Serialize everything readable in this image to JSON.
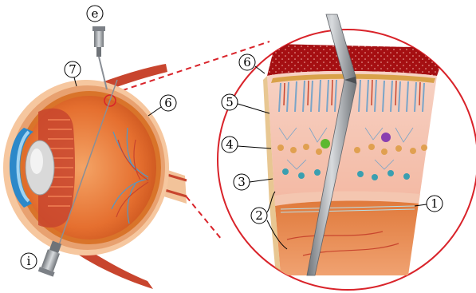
{
  "labels": {
    "needle_top": "e",
    "needle_bottom": "i",
    "eye_outer": "7",
    "eye_layer": "6",
    "retina_top": "6",
    "retina_5": "5",
    "retina_4": "4",
    "retina_3": "3",
    "retina_2": "2",
    "retina_1": "1"
  },
  "colors": {
    "magnify_circle": "#d9232a",
    "sclera": "#f6b98c",
    "choroid": "#d9742a",
    "vitreous": "#e9733e",
    "lens": "#d9d9d9",
    "cornea": "#2c88c9",
    "rpe": "#a50f12",
    "retina_bg": "#f6c7b3",
    "muscle": "#c8452e",
    "needle": "#8a8f96"
  },
  "icons": {
    "needle_top": "syringe-needle-icon",
    "needle_bottom": "syringe-needle-icon"
  }
}
